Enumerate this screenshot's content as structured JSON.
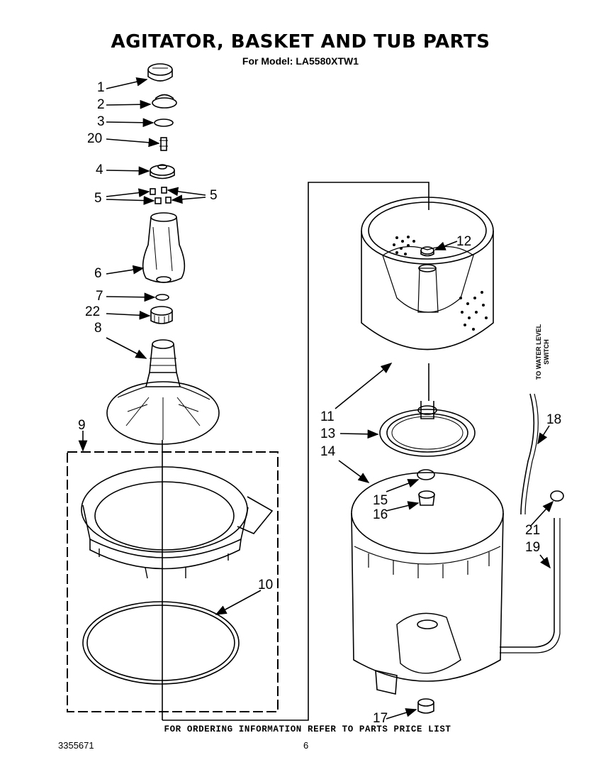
{
  "header": {
    "title": "AGITATOR, BASKET AND TUB PARTS",
    "subtitle": "For Model: LA5580XTW1"
  },
  "footer": {
    "ordering_note": "FOR ORDERING INFORMATION REFER TO PARTS PRICE LIST",
    "document_number": "3355671",
    "page_number": "6"
  },
  "side_note": {
    "line1": "TO WATER LEVEL",
    "line2": "SWITCH"
  },
  "callouts": {
    "c1": "1",
    "c2": "2",
    "c3": "3",
    "c20": "20",
    "c4": "4",
    "c5_left": "5",
    "c5_right": "5",
    "c6": "6",
    "c7": "7",
    "c22": "22",
    "c8": "8",
    "c9": "9",
    "c10": "10",
    "c11": "11",
    "c12": "12",
    "c13": "13",
    "c14": "14",
    "c15": "15",
    "c16": "16",
    "c17": "17",
    "c18": "18",
    "c19": "19",
    "c21": "21"
  }
}
